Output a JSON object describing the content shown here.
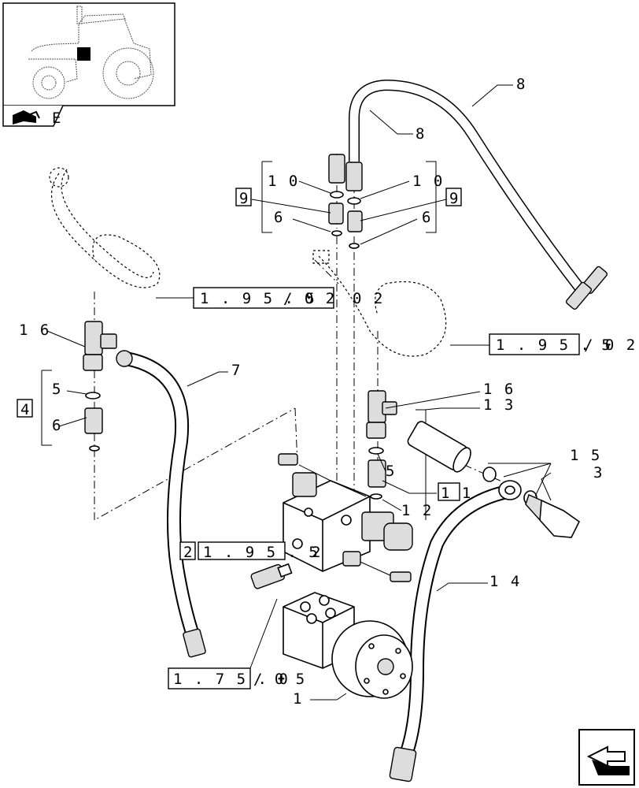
{
  "callouts": {
    "c1": "1",
    "c3": "3",
    "c4": "4",
    "c5_left": "5",
    "c5_right": "5",
    "c6_top_left": "6",
    "c6_top_right": "6",
    "c6_left": "6",
    "c7": "7",
    "c8_top": "8",
    "c8_mid": "8",
    "c9_left": "9",
    "c9_right": "9",
    "c10_left": "1 0",
    "c10_right": "1 0",
    "c11": "1 1",
    "c12": "1 2",
    "c13": "1 3",
    "c14": "1 4",
    "c15": "1 5",
    "c16_left": "1 6",
    "c16_right": "1 6",
    "c2": "2"
  },
  "references": {
    "ref_left_box": "1 . 9 5 . 5",
    "ref_left_suffix": "/ 0 2",
    "ref_left_tail": "0 2",
    "ref_right_box": "1 . 9 5 . 5",
    "ref_right_suffix": "/ 0 2",
    "ref_mid_box": "1 . 9 5 . 5",
    "ref_mid_tail": "2",
    "ref_bottom_box": "1 . 7 5 . 0",
    "ref_bottom_suffix": "/ 0 5"
  },
  "thumbnail": {
    "icon": "tractor-locator-icon",
    "badge_icon": "section-book-icon",
    "badge_letter": "E"
  },
  "nav": {
    "icon": "next-page-arrow-icon"
  }
}
